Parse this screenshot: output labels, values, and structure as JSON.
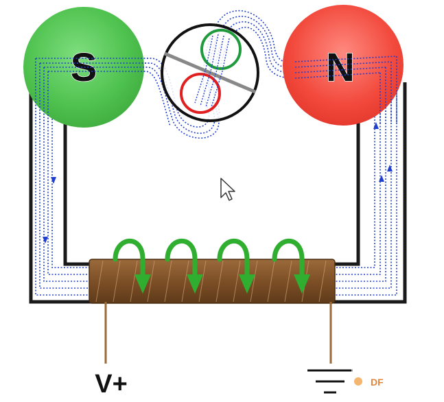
{
  "poles": {
    "south": {
      "label": "S",
      "color": "#4fc24f"
    },
    "north": {
      "label": "N",
      "color": "#f24a3d"
    }
  },
  "terminals": {
    "positive": {
      "label": "V+"
    }
  },
  "watermark": {
    "text": "DF"
  },
  "colors": {
    "core": "#1a1a1a",
    "flux": "#1f3fd0",
    "coil": "#8b5a2b",
    "coil_arrow": "#2fae2f",
    "rotor_outline": "#111111",
    "rotor_green": "#1f9a3c",
    "rotor_red": "#e02020",
    "leads": "#9a6a3a"
  }
}
